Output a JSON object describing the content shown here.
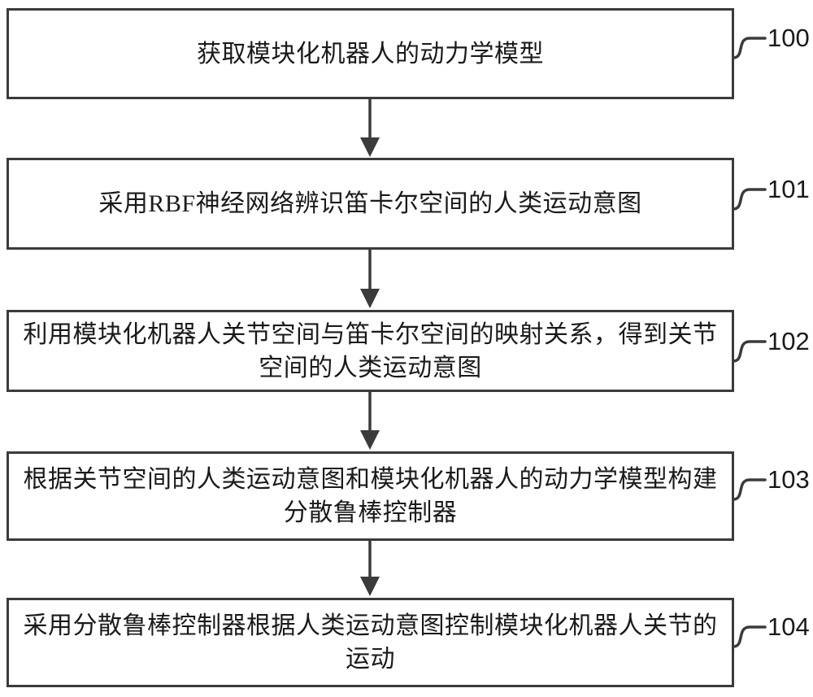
{
  "diagram": {
    "type": "flowchart",
    "background_color": "#ffffff",
    "line_color": "#3b3b3b",
    "text_color": "#1a1a1a",
    "steps": [
      {
        "ref": "100",
        "text": "获取模块化机器人的动力学模型"
      },
      {
        "ref": "101",
        "text": "采用RBF神经网络辨识笛卡尔空间的人类运动意图"
      },
      {
        "ref": "102",
        "text": "利用模块化机器人关节空间与笛卡尔空间的映射关系，得到关节\n空间的人类运动意图"
      },
      {
        "ref": "103",
        "text": "根据关节空间的人类运动意图和模块化机器人的动力学模型构建\n分散鲁棒控制器"
      },
      {
        "ref": "104",
        "text": "采用分散鲁棒控制器根据人类运动意图控制模块化机器人关节的\n运动"
      }
    ],
    "connections": [
      {
        "from": "100",
        "to": "101"
      },
      {
        "from": "101",
        "to": "102"
      },
      {
        "from": "102",
        "to": "103"
      },
      {
        "from": "103",
        "to": "104"
      }
    ]
  }
}
